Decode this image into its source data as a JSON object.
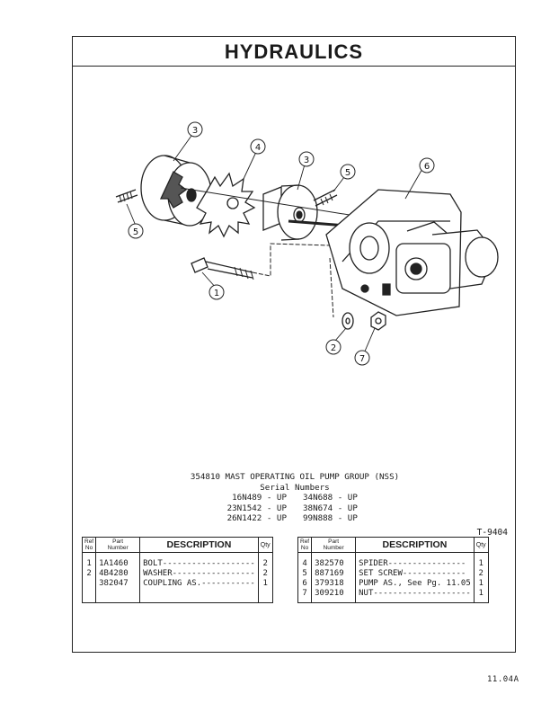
{
  "header": {
    "title": "HYDRAULICS"
  },
  "diagram": {
    "callouts": [
      "3",
      "4",
      "3",
      "5",
      "6",
      "5",
      "1",
      "2",
      "7"
    ]
  },
  "group": {
    "title": "354810 MAST OPERATING OIL PUMP GROUP (NSS)",
    "serial_label": "Serial Numbers",
    "serials": [
      [
        "16N489 - UP",
        "34N688 - UP"
      ],
      [
        "23N1542 - UP",
        "38N674 - UP"
      ],
      [
        "26N1422 - UP",
        "99N888 - UP"
      ]
    ]
  },
  "figure_ref": "T-9404",
  "table_headers": {
    "ref": [
      "Ref",
      "No"
    ],
    "part": [
      "Part",
      "Number"
    ],
    "desc": "DESCRIPTION",
    "qty": "Qty"
  },
  "left_table": [
    {
      "ref": "1",
      "part": "1A1460",
      "desc": "BOLT-------------------",
      "qty": "2"
    },
    {
      "ref": "2",
      "part": "4B4280",
      "desc": "WASHER-----------------",
      "qty": "2"
    },
    {
      "ref": "",
      "part": "382047",
      "desc": "COUPLING AS.-----------",
      "qty": "1"
    }
  ],
  "right_table": [
    {
      "ref": "4",
      "part": "382570",
      "desc": " SPIDER----------------",
      "qty": "1"
    },
    {
      "ref": "5",
      "part": "887169",
      "desc": " SET SCREW-------------",
      "qty": "2"
    },
    {
      "ref": "6",
      "part": "379318",
      "desc": "PUMP AS., See Pg. 11.05",
      "qty": "1"
    },
    {
      "ref": "7",
      "part": "309210",
      "desc": "NUT--------------------",
      "qty": "1"
    }
  ],
  "page_number": "11.04A"
}
